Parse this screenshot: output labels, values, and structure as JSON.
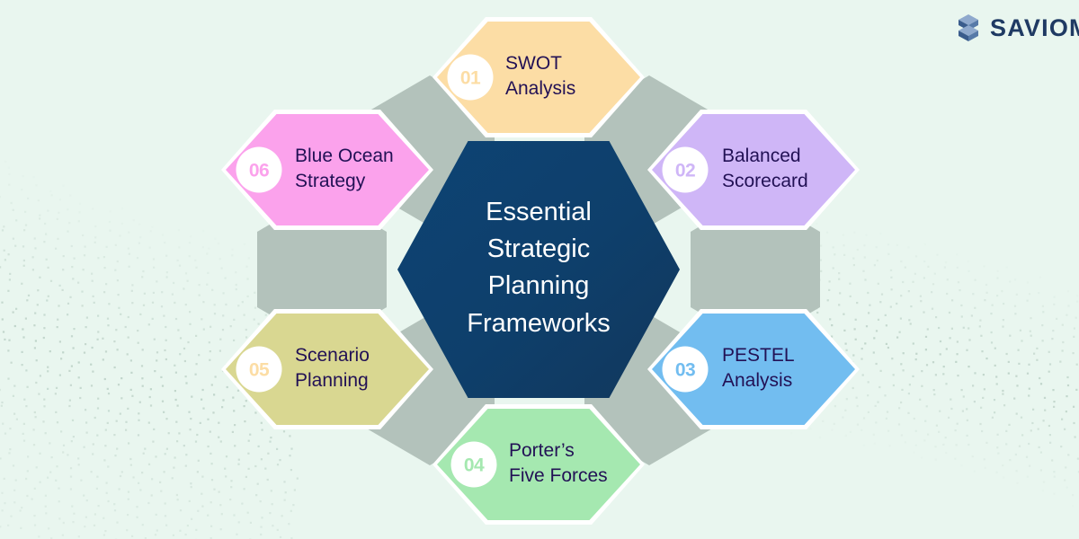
{
  "brand": {
    "name": "SAVIOM",
    "logo_mark": "saviom-s-logo-icon",
    "wordmark_color": "#1f3a63",
    "mark_colors": [
      "#7f9bc4",
      "#2f4f7f",
      "#4f6f9f"
    ]
  },
  "canvas": {
    "background_color": "#e9f6ef",
    "texture": "dotted-wave-halftone",
    "dot_color": "#b9cfc4"
  },
  "center": {
    "title": "Essential\nStrategic\nPlanning\nFrameworks",
    "title_lines": [
      "Essential",
      "Strategic",
      "Planning",
      "Frameworks"
    ],
    "fill_from": "#0c3b66",
    "fill_to": "#133a5e",
    "text_color": "#ffffff"
  },
  "connector": {
    "fill": "#b3c2bb",
    "count": 6
  },
  "nodes": [
    {
      "number": "01",
      "label": "SWOT\nAnalysis",
      "label_lines": [
        "SWOT",
        "Analysis"
      ],
      "fill": "#fcdda5",
      "badge_bg": "#ffffff",
      "badge_text_color": "#fcdda5",
      "text_color": "#221155",
      "position": "top"
    },
    {
      "number": "02",
      "label": "Balanced\nScorecard",
      "label_lines": [
        "Balanced",
        "Scorecard"
      ],
      "fill": "#cfb6f7",
      "badge_bg": "#ffffff",
      "badge_text_color": "#cfb6f7",
      "text_color": "#221155",
      "position": "top-right"
    },
    {
      "number": "03",
      "label": "PESTEL\nAnalysis",
      "label_lines": [
        "PESTEL",
        "Analysis"
      ],
      "fill": "#72bdf0",
      "badge_bg": "#ffffff",
      "badge_text_color": "#72bdf0",
      "text_color": "#221155",
      "position": "bottom-right"
    },
    {
      "number": "04",
      "label": "Porter’s\nFive Forces",
      "label_lines": [
        "Porter’s",
        "Five Forces"
      ],
      "fill": "#a5e8b0",
      "badge_bg": "#ffffff",
      "badge_text_color": "#a5e8b0",
      "text_color": "#221155",
      "position": "bottom"
    },
    {
      "number": "05",
      "label": "Scenario\nPlanning",
      "label_lines": [
        "Scenario",
        "Planning"
      ],
      "fill": "#d9d791",
      "badge_bg": "#ffffff",
      "badge_text_color": "#fcdda5",
      "text_color": "#221155",
      "position": "bottom-left"
    },
    {
      "number": "06",
      "label": "Blue Ocean\nStrategy",
      "label_lines": [
        "Blue Ocean",
        "Strategy"
      ],
      "fill": "#fba2ec",
      "badge_bg": "#ffffff",
      "badge_text_color": "#fba2ec",
      "text_color": "#221155",
      "position": "top-left"
    }
  ]
}
